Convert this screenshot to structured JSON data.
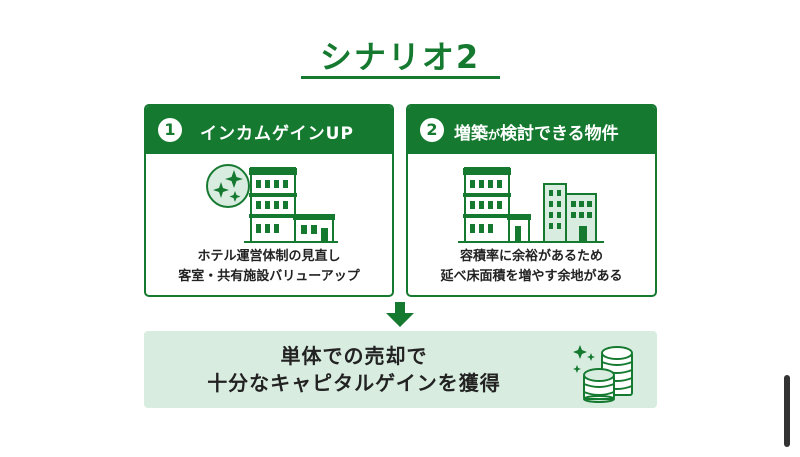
{
  "title": "シナリオ2",
  "colors": {
    "brand_green": "#157a30",
    "light_green_bg": "#d8ece0",
    "white": "#ffffff"
  },
  "cards": [
    {
      "number": "1",
      "heading": "インカムゲインUP",
      "icon": "hotel-building-sparkle-icon",
      "lines": [
        "ホテル運営体制の見直し",
        "客室・共有施設バリューアップ"
      ]
    },
    {
      "number": "2",
      "heading_main": "増築",
      "heading_small": "が",
      "heading_rest": "検討できる物件",
      "icon": "building-expansion-icon",
      "lines": [
        "容積率に余裕があるため",
        "延べ床面積を増やす余地がある"
      ]
    }
  ],
  "arrow_icon": "down-arrow-icon",
  "result": {
    "line1": "単体での売却で",
    "line2": "十分なキャピタルゲインを獲得",
    "icon": "coin-stacks-icon"
  }
}
